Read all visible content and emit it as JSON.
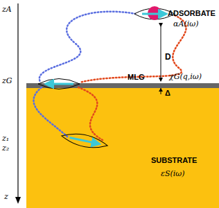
{
  "diagram": {
    "nodes": [
      {
        "text": [
          "SUBSTRATE",
          "εS(iω)"
        ]
      }
    ],
    "labels": [
      "zA",
      "zG",
      "z₁",
      "z₂",
      "z",
      "ADSORBATE",
      "αA(iω)",
      "D",
      "MLG",
      "χG(q,iω)",
      "Δ"
    ]
  }
}
